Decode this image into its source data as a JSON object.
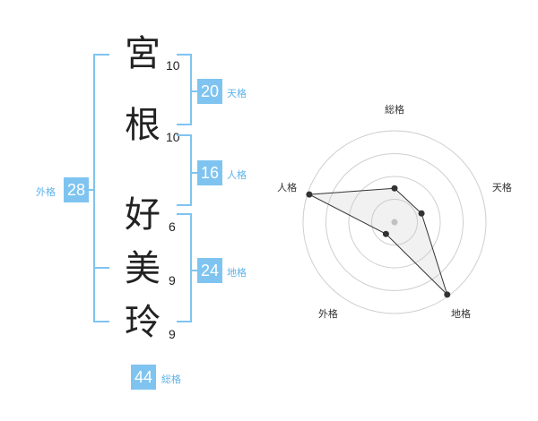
{
  "name": {
    "chars": [
      {
        "char": "宮",
        "strokes": "10"
      },
      {
        "char": "根",
        "strokes": "10"
      },
      {
        "char": "好",
        "strokes": "6"
      },
      {
        "char": "美",
        "strokes": "9"
      },
      {
        "char": "玲",
        "strokes": "9"
      }
    ]
  },
  "kakusu": {
    "ten": {
      "value": "20",
      "label": "天格"
    },
    "jin": {
      "value": "16",
      "label": "人格"
    },
    "chi": {
      "value": "24",
      "label": "地格"
    },
    "gai": {
      "value": "28",
      "label": "外格"
    },
    "sou": {
      "value": "44",
      "label": "総格"
    }
  },
  "colors": {
    "accent": "#7fc4f0",
    "accent_text": "#5db3ea"
  },
  "chart_data": {
    "type": "radar",
    "axes": [
      "総格",
      "天格",
      "地格",
      "外格",
      "人格"
    ],
    "values": [
      0.37,
      0.31,
      0.98,
      0.16,
      0.98
    ],
    "rings": 4,
    "ylim": [
      0,
      1
    ],
    "grid": true
  }
}
